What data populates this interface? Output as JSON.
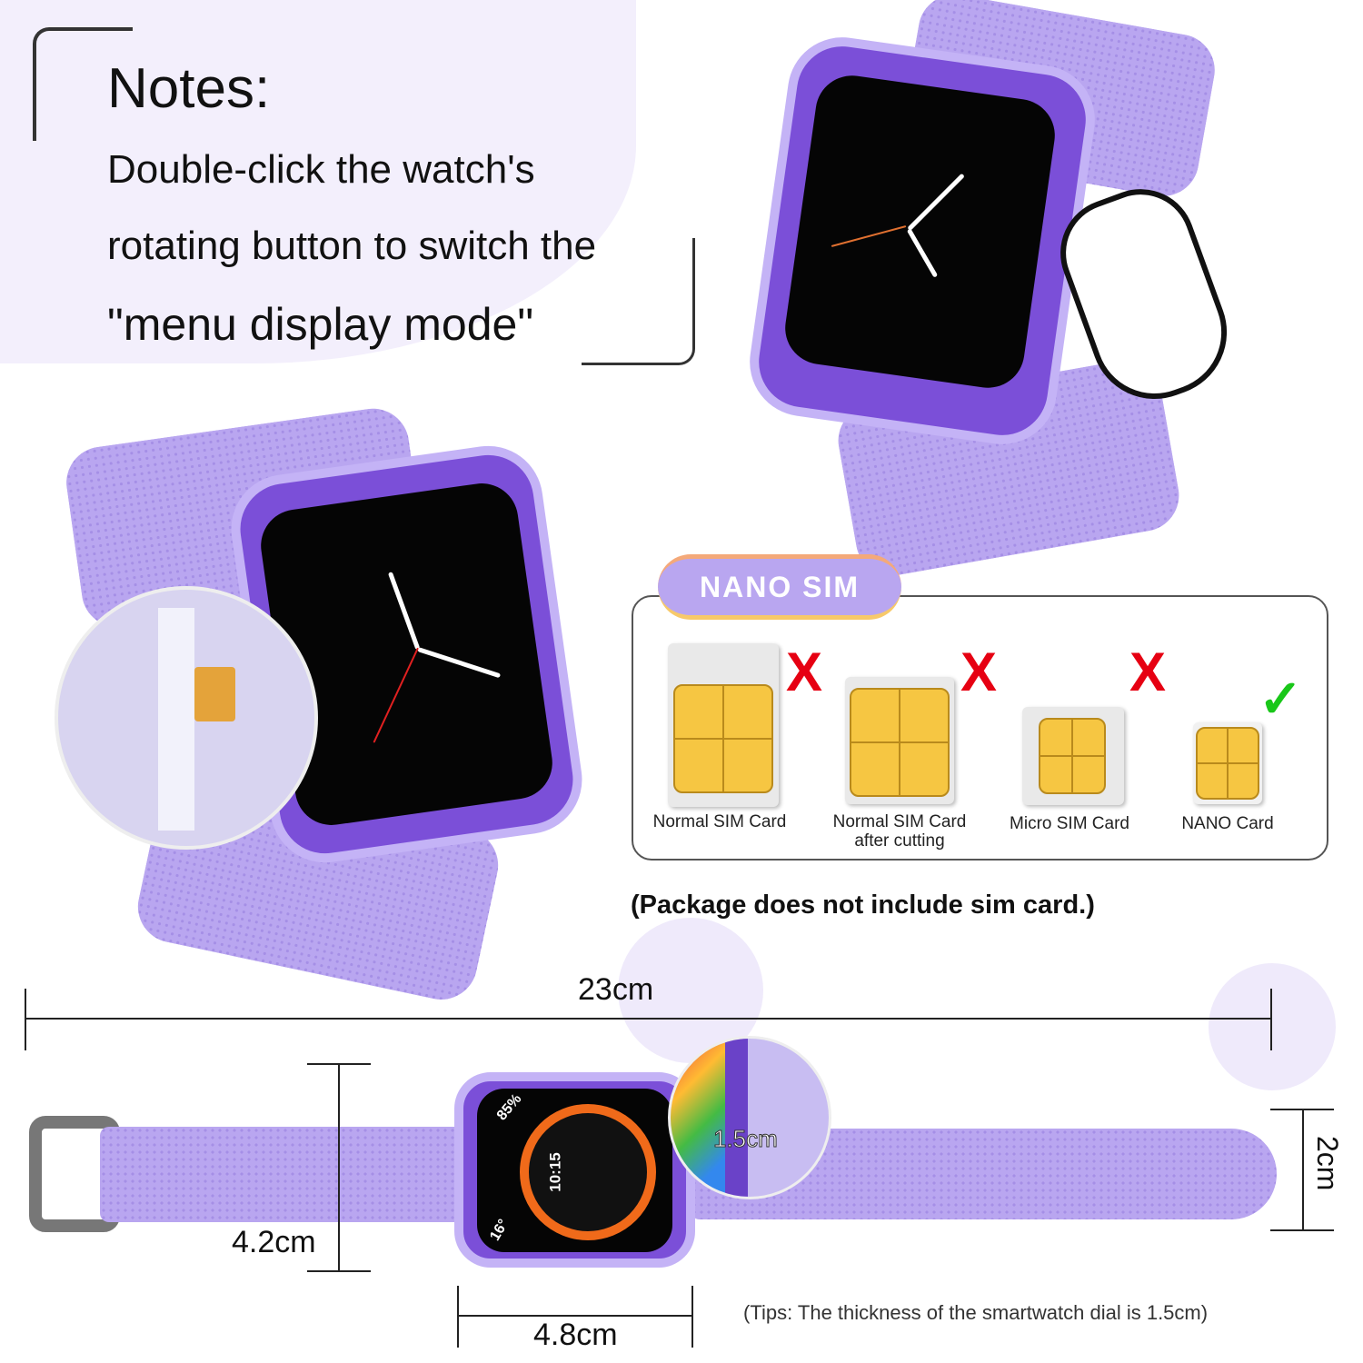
{
  "notes": {
    "title": "Notes:",
    "lines": [
      "Double-click the watch's",
      "rotating button to switch the",
      "\"menu display mode\""
    ]
  },
  "sim": {
    "badge": "NANO SIM",
    "cards": [
      {
        "label": "Normal SIM Card",
        "label2": "",
        "ok": "X"
      },
      {
        "label": "Normal SIM Card",
        "label2": "after cutting",
        "ok": "X"
      },
      {
        "label": "Micro SIM Card",
        "label2": "",
        "ok": "X"
      },
      {
        "label": "NANO Card",
        "label2": "",
        "ok": "✓"
      }
    ],
    "note": "(Package does not include sim card.)"
  },
  "dimensions": {
    "length": "23cm",
    "height": "4.2cm",
    "width": "4.8cm",
    "strap": "2cm",
    "thickness": "1.5cm",
    "tips": "(Tips: The thickness of the smartwatch dial is 1.5cm)"
  },
  "watch_face": {
    "battery": "85%",
    "time": "10:15",
    "temp": "16°"
  },
  "colors": {
    "accent": "#b9a6f0",
    "case": "#7b4fd8",
    "bad": "#e60012",
    "good": "#19c719"
  }
}
